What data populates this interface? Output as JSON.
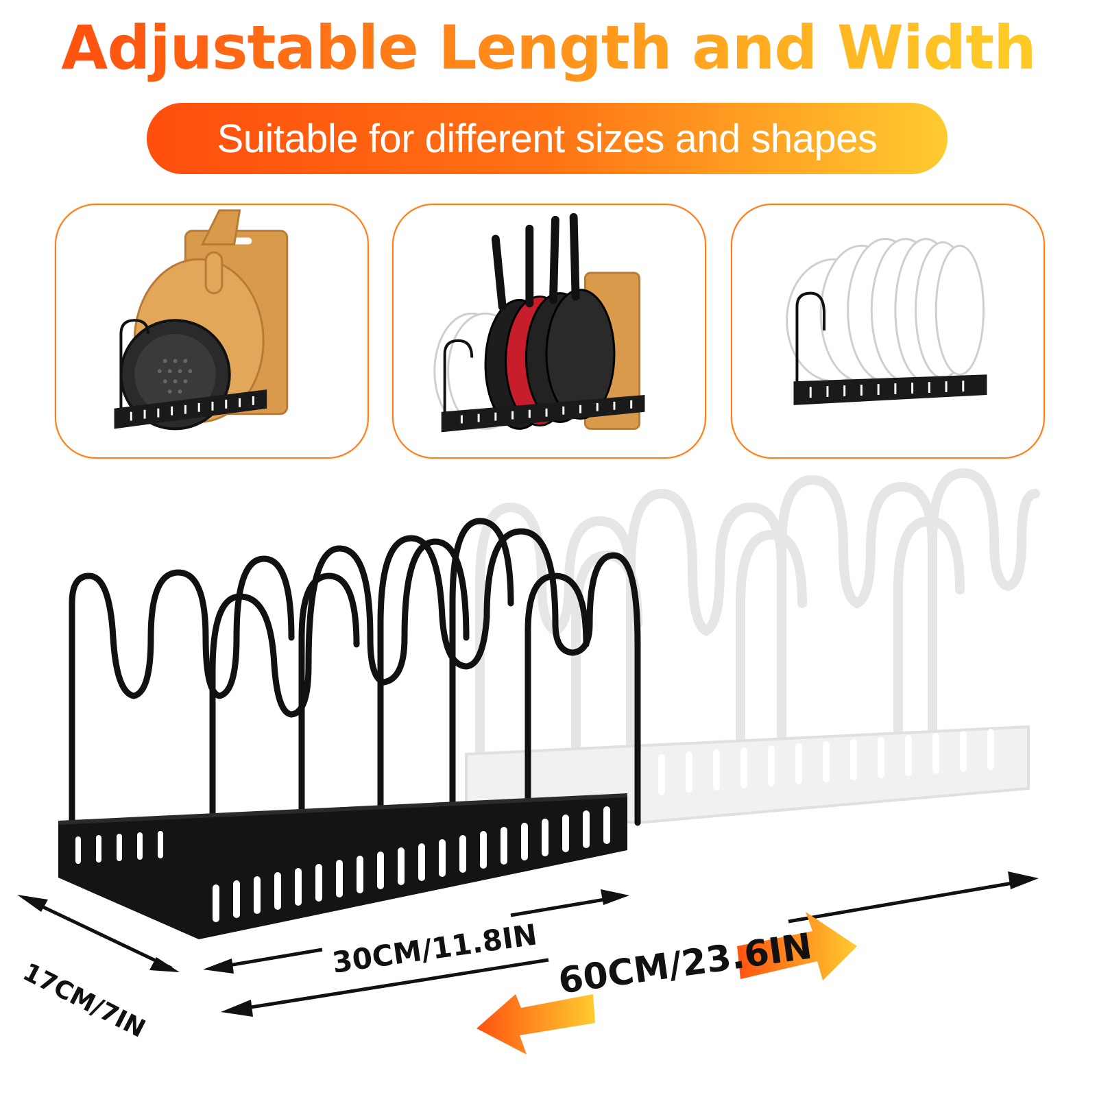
{
  "header": {
    "title": "Adjustable Length and Width",
    "subtitle": "Suitable for different sizes and shapes"
  },
  "colors": {
    "orange": "#ff5310",
    "yellow": "#ffc926",
    "rack": "#111111",
    "rack_ghost": "#e6e6e6"
  },
  "usage_cards": [
    {
      "content": "cutting boards and baking pans"
    },
    {
      "content": "frying pans, plates and cutting board"
    },
    {
      "content": "plates"
    }
  ],
  "dimensions": {
    "width": "17CM/7IN",
    "min_length": "30CM/11.8IN",
    "max_length": "60CM/23.6IN"
  }
}
